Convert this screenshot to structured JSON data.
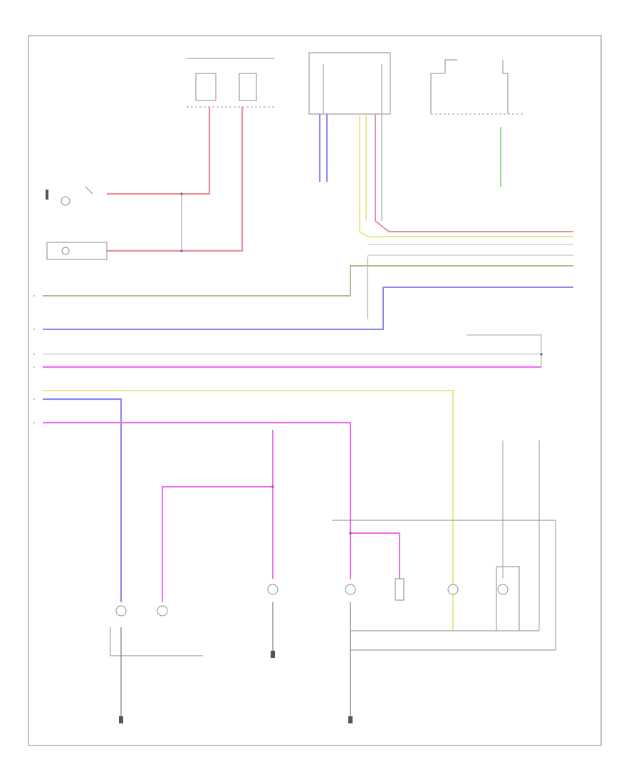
{
  "diagram": {
    "colors": {
      "red": "#e8909a",
      "pink": "#f06ef0",
      "blue": "#8a8af0",
      "olive": "#b8b888",
      "yellow": "#e8e890",
      "green": "#90e090",
      "gray": "#b8b8b8"
    },
    "components": [
      {
        "id": "left-ground-lamp",
        "label": ""
      },
      {
        "id": "right-ground-lamp",
        "label": ""
      },
      {
        "id": "center-bulb",
        "label": ""
      },
      {
        "id": "lower-left-lamp-1",
        "label": ""
      },
      {
        "id": "lower-left-lamp-2",
        "label": ""
      },
      {
        "id": "lower-center-lamp",
        "label": ""
      },
      {
        "id": "lower-mid-lamp-1",
        "label": ""
      },
      {
        "id": "lower-mid-lamp-2",
        "label": ""
      },
      {
        "id": "lower-right-lamp-1",
        "label": ""
      },
      {
        "id": "lower-right-lamp-2",
        "label": ""
      }
    ],
    "grounds": [
      {
        "id": "ground-left",
        "label": ""
      },
      {
        "id": "ground-center",
        "label": ""
      },
      {
        "id": "ground-right",
        "label": ""
      }
    ],
    "footer": ""
  }
}
